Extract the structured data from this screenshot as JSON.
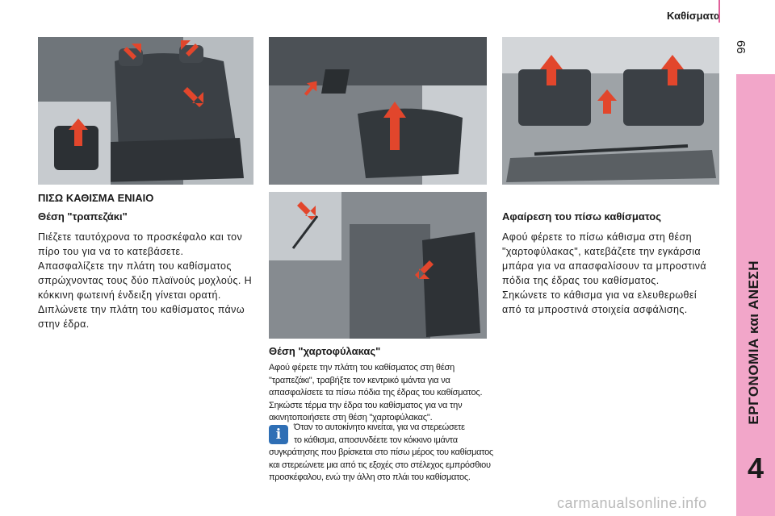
{
  "header": {
    "title": "Καθίσματα",
    "page_number": "99",
    "accent_color": "#e0609a"
  },
  "side_tab": {
    "label": "ΕΡΓΟΝΟΜΙΑ και ΑΝΕΣΗ",
    "chapter": "4",
    "color": "#f2a6c9"
  },
  "left_column": {
    "heading": "ΠΙΣΩ ΚΑΘΙΣΜΑ ΕΝΙΑΙΟ",
    "subheading": "Θέση \"τραπεζάκι\"",
    "lines": [
      "Πιέζετε ταυτόχρονα το προσκέφαλο και τον",
      "πίρο του για να το κατεβάσετε.",
      "Απασφαλίζετε την πλάτη του καθίσματος",
      "σπρώχνοντας τους δύο πλαϊνούς μοχλούς. Η",
      "κόκκινη φωτεινή ένδειξη γίνεται ορατή.",
      "Διπλώνετε την πλάτη του καθίσματος πάνω",
      "στην έδρα."
    ]
  },
  "middle_column": {
    "subheading": "Θέση \"χαρτοφύλακας\"",
    "lines": [
      "Αφού φέρετε την πλάτη του καθίσματος στη θέση",
      "\"τραπεζάκι\", τραβήξτε τον κεντρικό ιμάντα για να",
      "απασφαλίσετε τα πίσω πόδια της έδρας του καθίσματος.",
      "Σηκώστε τέρμα την έδρα του καθίσματος για να την",
      "ακινητοποιήσετε στη θέση \"χαρτοφύλακας\"."
    ],
    "note": {
      "icon": "info-icon",
      "first_lines": [
        "Όταν το αυτοκίνητο κινείται, για να στερεώσετε",
        "το κάθισμα, αποσυνδέετε τον κόκκινο ιμάντα"
      ],
      "rest_lines": [
        "συγκράτησης που βρίσκεται στο πίσω μέρος του καθίσματος",
        "και στερεώνετε μια από τις εξοχές στο στέλεχος εμπρόσθιου",
        "προσκέφαλου, ενώ την άλλη στο πλάι του καθίσματος."
      ]
    }
  },
  "right_column": {
    "subheading": "Αφαίρεση του πίσω καθίσματος",
    "lines": [
      "Αφού φέρετε το πίσω κάθισμα στη θέση",
      "\"χαρτοφύλακας\", κατεβάζετε την εγκάρσια",
      "μπάρα για να απασφαλίσουν τα μπροστινά",
      "πόδια της έδρας του καθίσματος.",
      "Σηκώνετε το κάθισμα για να ελευθερωθεί",
      "από τα μπροστινά στοιχεία ασφάλισης."
    ]
  },
  "photos": [
    {
      "name": "photo-rear-bench-seat",
      "icon": "seat-photo"
    },
    {
      "name": "photo-folded-seat-strap",
      "icon": "seat-photo"
    },
    {
      "name": "photo-seat-removal",
      "icon": "seat-photo"
    },
    {
      "name": "photo-briefcase-position",
      "icon": "seat-photo"
    }
  ],
  "arrow_color": "#e2462c",
  "watermark": "carmanualsonline.info"
}
